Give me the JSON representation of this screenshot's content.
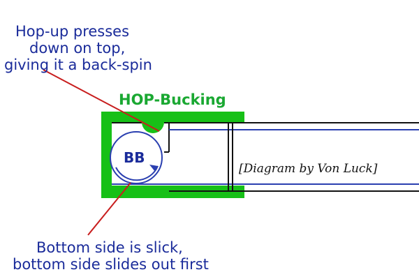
{
  "colors": {
    "bucking_green": "#17c017",
    "label_blue": "#1a2b9a",
    "barrel_blue": "#2a3fb0",
    "pointer_red": "#c81e1e",
    "outline": "#111111"
  },
  "annotations": {
    "top_note": [
      "Hop-up presses",
      "down on top,",
      "giving it a back-spin"
    ],
    "bottom_note": [
      "Bottom side is slick,",
      "bottom side slides out first"
    ]
  },
  "hop_label": "HOP-Bucking",
  "bb_label": "BB",
  "credit": "[Diagram by Von Luck]",
  "icons": [
    "spin-arrow-icon"
  ]
}
